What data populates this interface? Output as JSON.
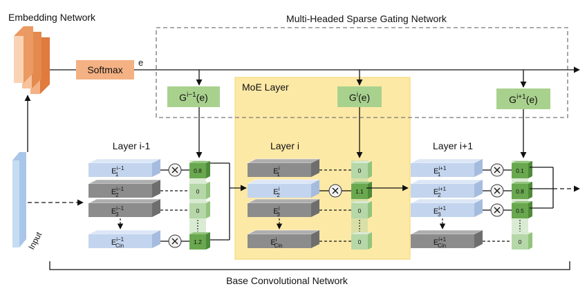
{
  "labels": {
    "embedding_network": "Embedding Network",
    "gating_network": "Multi-Headed Sparse Gating Network",
    "softmax": "Softmax",
    "e": "e",
    "moe_layer": "MoE Layer",
    "input": "Input",
    "base_network": "Base Convolutional Network"
  },
  "gates": {
    "left": {
      "base": "G",
      "sup": "i−1",
      "arg": "(e)"
    },
    "middle": {
      "base": "G",
      "sup": "i",
      "arg": "(e)"
    },
    "right": {
      "base": "G",
      "sup": "i+1",
      "arg": "(e)"
    }
  },
  "layers": [
    {
      "title": "Layer i-1",
      "experts": [
        {
          "base": "E",
          "sub": "1",
          "sup": "i−1",
          "color": "blue"
        },
        {
          "base": "E",
          "sub": "2",
          "sup": "i−1",
          "color": "gray"
        },
        {
          "base": "E",
          "sub": "3",
          "sup": "i−1",
          "color": "gray"
        },
        {
          "base": "E",
          "sub": "Cin",
          "sup": "i−1",
          "color": "blue"
        }
      ],
      "weights": [
        "0.8",
        "0",
        "0",
        "1.2"
      ],
      "weight_active": [
        true,
        false,
        false,
        true
      ]
    },
    {
      "title": "Layer i",
      "experts": [
        {
          "base": "E",
          "sub": "1",
          "sup": "i",
          "color": "gray"
        },
        {
          "base": "E",
          "sub": "2",
          "sup": "i",
          "color": "blue"
        },
        {
          "base": "E",
          "sub": "3",
          "sup": "i",
          "color": "gray"
        },
        {
          "base": "E",
          "sub": "Cin",
          "sup": "i",
          "color": "gray"
        }
      ],
      "weights": [
        "0",
        "1.1",
        "0",
        "0"
      ],
      "weight_active": [
        false,
        true,
        false,
        false
      ]
    },
    {
      "title": "Layer i+1",
      "experts": [
        {
          "base": "E",
          "sub": "1",
          "sup": "i+1",
          "color": "blue"
        },
        {
          "base": "E",
          "sub": "2",
          "sup": "i+1",
          "color": "blue"
        },
        {
          "base": "E",
          "sub": "3",
          "sup": "i+1",
          "color": "blue"
        },
        {
          "base": "E",
          "sub": "Cin",
          "sup": "i+1",
          "color": "gray"
        }
      ],
      "weights": [
        "0.1",
        "0.8",
        "0.5",
        "0"
      ],
      "weight_active": [
        true,
        true,
        true,
        false
      ]
    }
  ],
  "colors": {
    "blue_front": "#c3d4ee",
    "blue_top": "#dbe6f6",
    "blue_side": "#a6bcdf",
    "gray_front": "#8c8c8c",
    "gray_top": "#aeaeae",
    "gray_side": "#6e6e6e",
    "weight_dark": "#6aa84f",
    "weight_light": "#b6d7a8",
    "gate_fill": "#a9d18e",
    "moe_fill": "#fde9a6",
    "softmax_fill": "#f4b183",
    "embed_fill": "#f4b183",
    "input_fill": "#c6dcf2"
  }
}
